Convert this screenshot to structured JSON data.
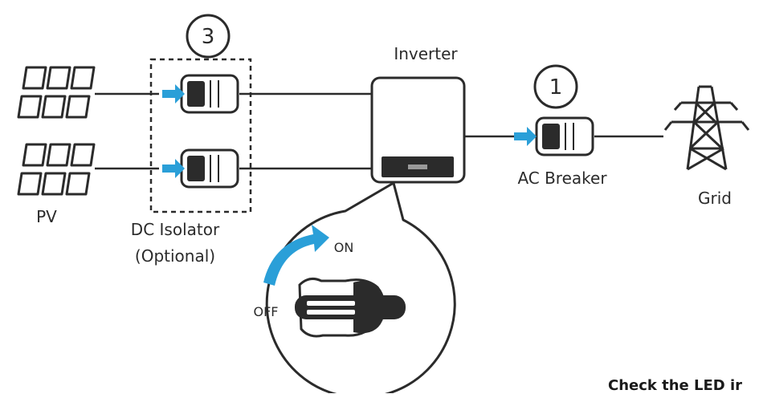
{
  "labels": {
    "inverter": "Inverter",
    "ac_breaker": "AC Breaker",
    "grid": "Grid",
    "pv": "PV",
    "dc_isolator_line1": "DC Isolator",
    "dc_isolator_line2": "(Optional)",
    "switch_on": "ON",
    "switch_off": "OFF"
  },
  "steps": {
    "dc_isolator_step": "3",
    "ac_breaker_step": "1"
  },
  "footer_text": "Check the LED ir",
  "colors": {
    "arrow_blue": "#2a9fd8",
    "stroke": "#2b2b2b"
  }
}
